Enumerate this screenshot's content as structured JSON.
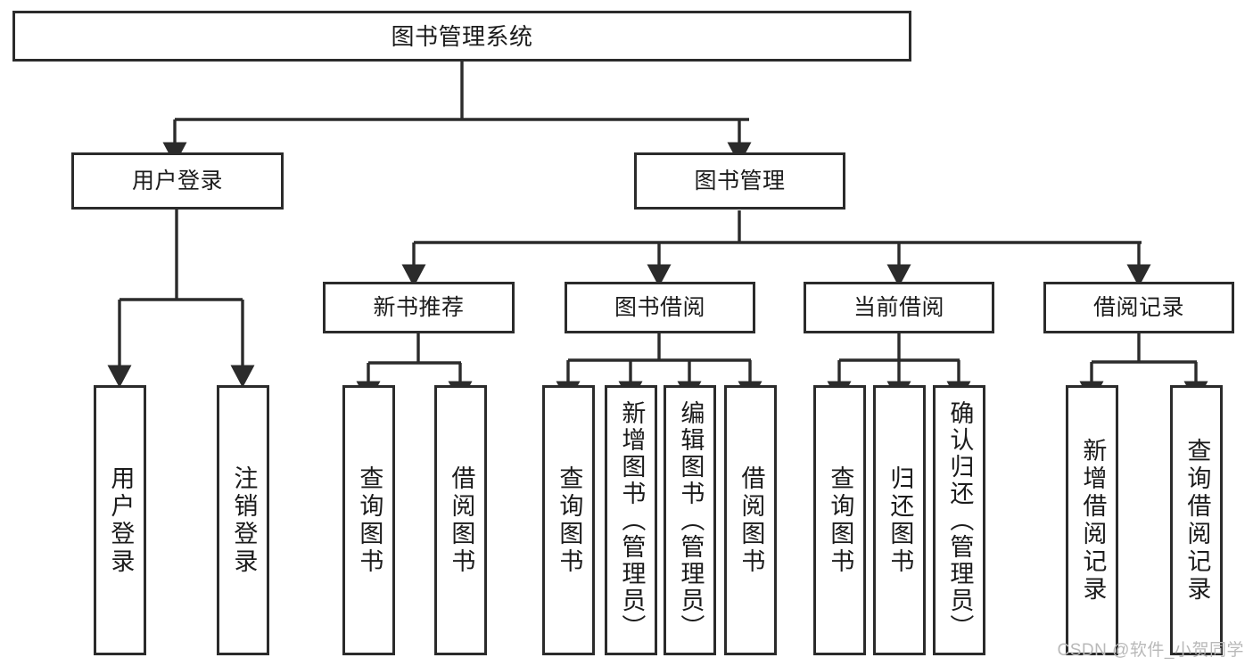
{
  "diagram": {
    "type": "tree-hierarchy",
    "title": "图书管理系统",
    "watermark": "CSDN @软件_小贺同学",
    "style": {
      "background": "#ffffff",
      "box_fill": "#ffffff",
      "box_border": "#2b2b2b",
      "line_color": "#2b2b2b",
      "text_color": "#1b1b1b",
      "watermark_color": "#b9b9b9"
    },
    "nodes": {
      "root": {
        "label": "图书管理系统"
      },
      "level1": [
        {
          "id": "user-login",
          "label": "用户登录"
        },
        {
          "id": "book-manage",
          "label": "图书管理"
        }
      ],
      "level2": [
        {
          "id": "new-book-recommend",
          "label": "新书推荐"
        },
        {
          "id": "book-borrow",
          "label": "图书借阅"
        },
        {
          "id": "current-borrow",
          "label": "当前借阅"
        },
        {
          "id": "borrow-record",
          "label": "借阅记录"
        }
      ],
      "leaves": {
        "user-login": [
          {
            "id": "leaf-user-login",
            "label": "用户登录"
          },
          {
            "id": "leaf-user-logout",
            "label": "注销登录"
          }
        ],
        "new-book-recommend": [
          {
            "id": "leaf-query-book-1",
            "label": "查询图书"
          },
          {
            "id": "leaf-borrow-book-1",
            "label": "借阅图书"
          }
        ],
        "book-borrow": [
          {
            "id": "leaf-query-book-2",
            "label": "查询图书"
          },
          {
            "id": "leaf-add-book",
            "label": "新增图书（管理员）"
          },
          {
            "id": "leaf-edit-book",
            "label": "编辑图书（管理员）"
          },
          {
            "id": "leaf-borrow-book-2",
            "label": "借阅图书"
          }
        ],
        "current-borrow": [
          {
            "id": "leaf-query-book-3",
            "label": "查询图书"
          },
          {
            "id": "leaf-return-book",
            "label": "归还图书"
          },
          {
            "id": "leaf-confirm-return",
            "label": "确认归还（管理员）"
          }
        ],
        "borrow-record": [
          {
            "id": "leaf-add-record",
            "label": "新增借阅记录"
          },
          {
            "id": "leaf-query-record",
            "label": "查询借阅记录"
          }
        ]
      }
    }
  }
}
